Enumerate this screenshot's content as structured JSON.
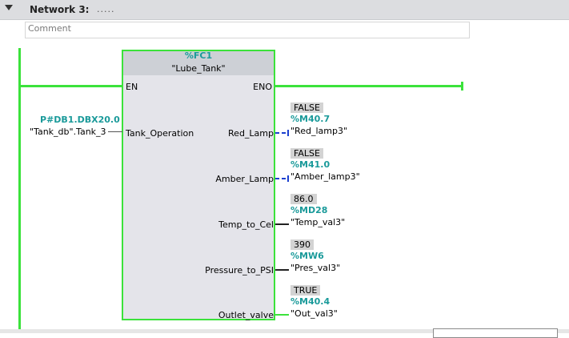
{
  "network": {
    "title": "Network 3:",
    "dots": "....."
  },
  "comment": {
    "placeholder": "Comment"
  },
  "block": {
    "address": "%FC1",
    "name": "\"Lube_Tank\"",
    "en": "EN",
    "eno": "ENO"
  },
  "inputs": [
    {
      "label": "Tank_Operation",
      "address": "P#DB1.DBX20.0",
      "symbol": "\"Tank_db\".Tank_3"
    }
  ],
  "outputs": [
    {
      "label": "Red_Lamp",
      "value": "FALSE",
      "address": "%M40.7",
      "symbol": "\"Red_lamp3\"",
      "style": "dashed"
    },
    {
      "label": "Amber_Lamp",
      "value": "FALSE",
      "address": "%M41.0",
      "symbol": "\"Amber_lamp3\"",
      "style": "dashed"
    },
    {
      "label": "Temp_to_Cel",
      "value": "86.0",
      "address": "%MD28",
      "symbol": "\"Temp_val3\"",
      "style": "solid"
    },
    {
      "label": "Pressure_to_PSI",
      "value": "390",
      "address": "%MW6",
      "symbol": "\"Pres_val3\"",
      "style": "solid"
    },
    {
      "label": "Outlet_valve",
      "value": "TRUE",
      "address": "%M40.4",
      "symbol": "\"Out_val3\"",
      "style": "solid"
    }
  ],
  "colors": {
    "power_flow": "#3be23b",
    "address_teal": "#1a9a9a",
    "value_bg": "#d3d3d3",
    "dash_blue": "#1a3fcf"
  }
}
